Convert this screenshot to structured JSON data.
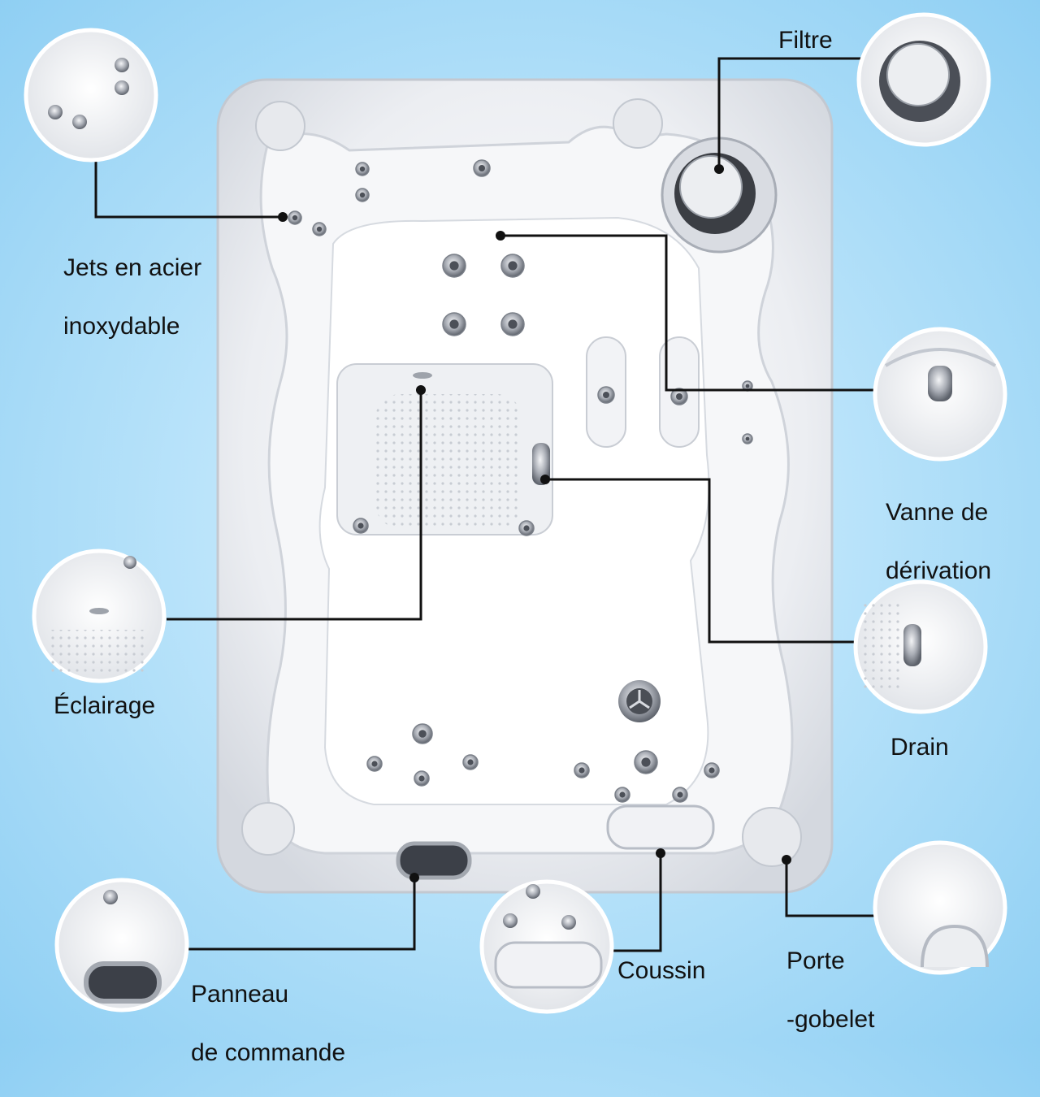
{
  "labels": {
    "filtre": "Filtre",
    "jets": [
      "Jets en acier",
      "inoxydable"
    ],
    "vanne": [
      "Vanne de",
      "dérivation"
    ],
    "eclairage": "Éclairage",
    "drain": "Drain",
    "panneau": [
      "Panneau",
      "de commande"
    ],
    "coussin": "Coussin",
    "porte": [
      "Porte",
      "-gobelet"
    ]
  },
  "colors": {
    "background": "#b9e3fa",
    "shell": "#eef0f4",
    "shell_shadow": "#c9ced8",
    "leader_line": "#111111",
    "jet_metal": "#8a8f98",
    "label_text": "#111111"
  }
}
